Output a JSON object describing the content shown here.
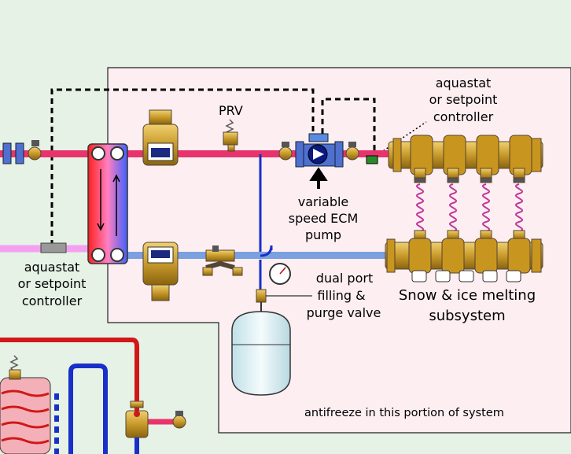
{
  "labels": {
    "prv": "PRV",
    "aquastat_right": [
      "aquastat",
      "or setpoint",
      "controller"
    ],
    "aquastat_left": [
      "aquastat",
      "or setpoint",
      "controller"
    ],
    "pump": [
      "variable",
      "speed ECM",
      "pump"
    ],
    "fill_valve": [
      "dual port",
      "filling &",
      "purge valve"
    ],
    "subsystem": [
      "Snow & ice melting",
      "subsystem"
    ],
    "antifreeze_note": "antifreeze in this portion of system"
  },
  "colors": {
    "background": "#e6f2e6",
    "antifreeze_zone": "#fdeef2",
    "supply_pipe": "#e8346c",
    "return_pipe": "#7aa0e0",
    "boiler_hot": "#d01818",
    "boiler_cold": "#1830c8",
    "brass": "#d4a843",
    "expansion_tank": "#d8eef2"
  }
}
